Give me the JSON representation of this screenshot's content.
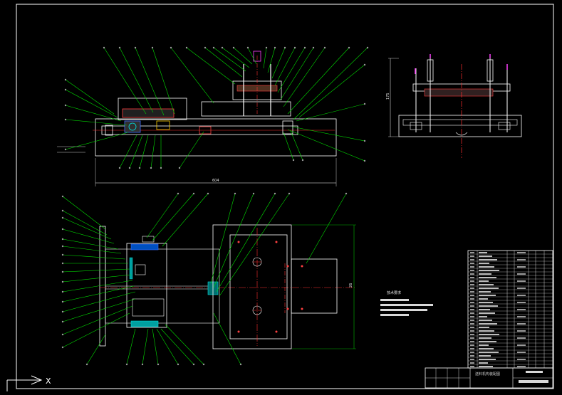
{
  "drawing": {
    "overall_dimension_label": "604",
    "side_dimension_label": "175",
    "height_dimension_label": "26",
    "tech_requirements_title": "技术要求",
    "title_block_caption": "送料机构装配图"
  },
  "ucs": {
    "x_label": "X"
  },
  "colors": {
    "leader": "#00e000",
    "outline": "#ffffff",
    "centerline": "#ff3030",
    "hidden": "#00c8ff",
    "part": "#ff4040",
    "blue": "#3c6cff",
    "cyan": "#00e0e0",
    "magenta": "#ff40ff",
    "yellow": "#e0d000"
  }
}
